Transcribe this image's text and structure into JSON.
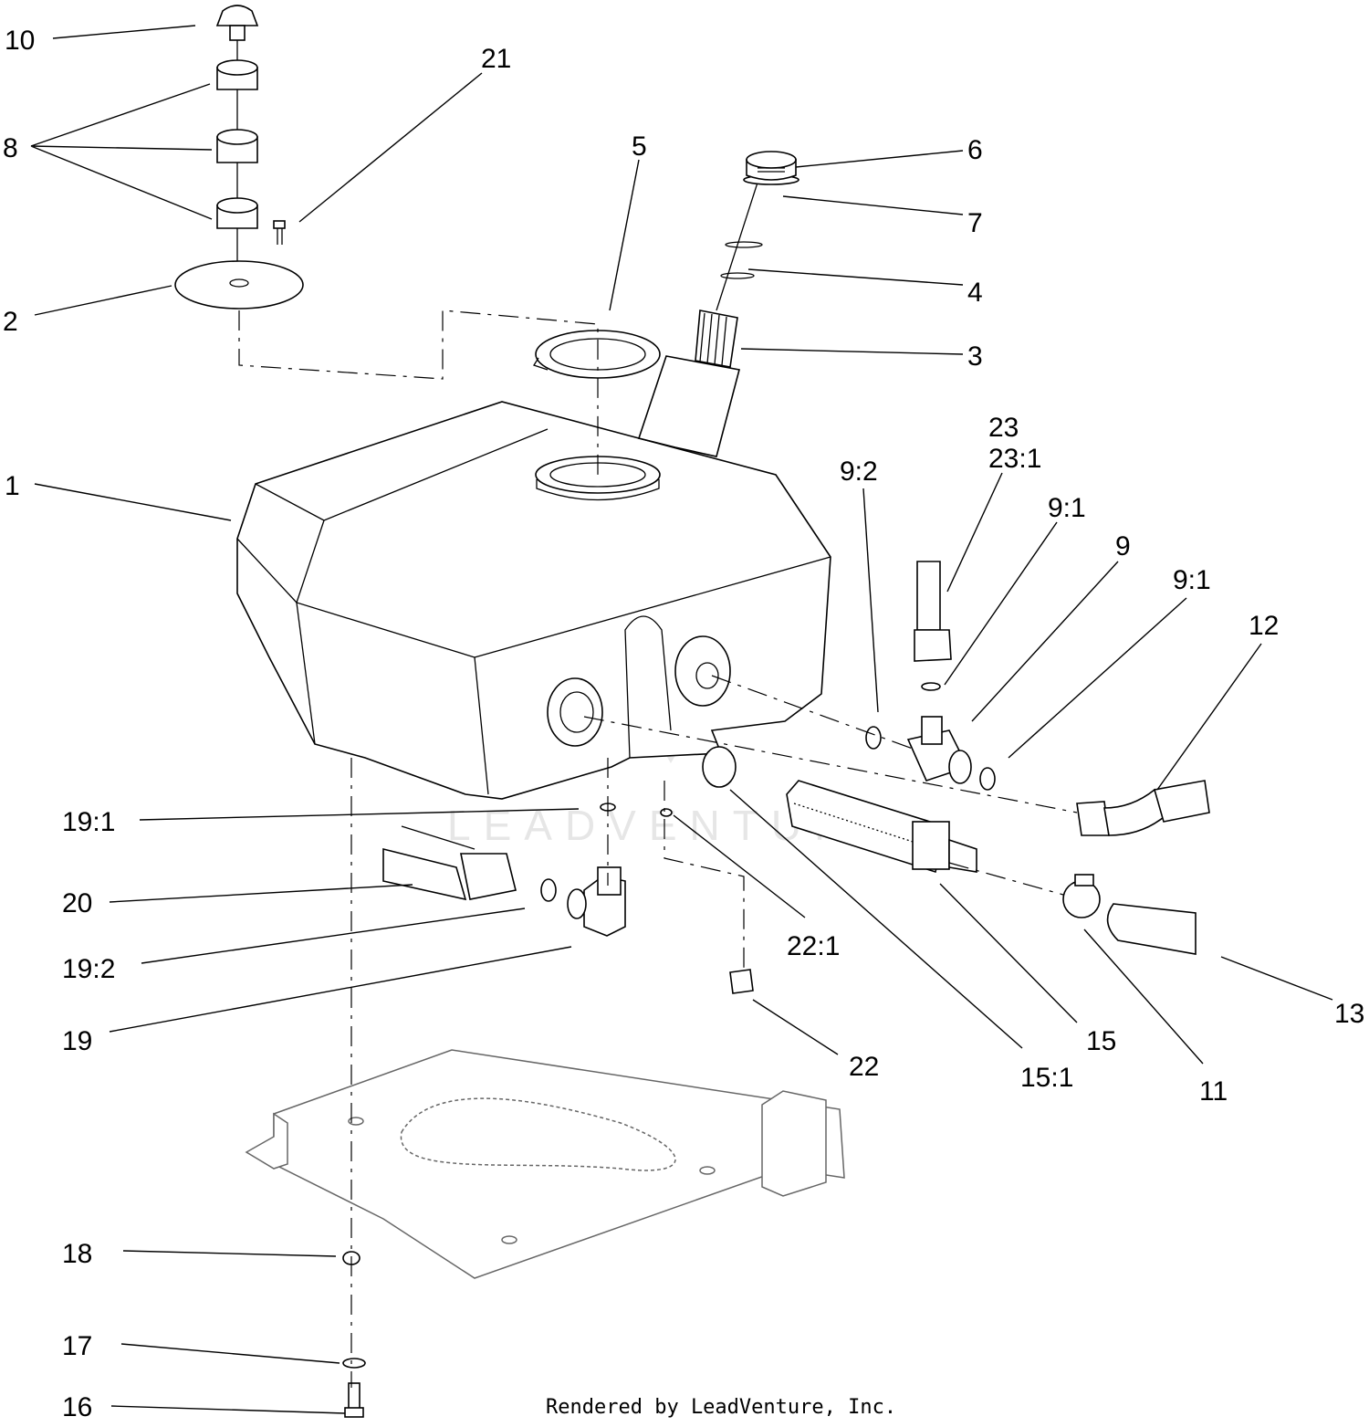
{
  "callouts": {
    "c10": "10",
    "c8": "8",
    "c21": "21",
    "c2": "2",
    "c5": "5",
    "c6": "6",
    "c7": "7",
    "c4": "4",
    "c3": "3",
    "c1": "1",
    "c23": "23",
    "c23_1": "23:1",
    "c9_2": "9:2",
    "c9_1a": "9:1",
    "c9": "9",
    "c9_1b": "9:1",
    "c12": "12",
    "c19_1": "19:1",
    "c20": "20",
    "c19_2": "19:2",
    "c19": "19",
    "c22_1": "22:1",
    "c22": "22",
    "c15": "15",
    "c15_1": "15:1",
    "c11": "11",
    "c13": "13",
    "c18": "18",
    "c17": "17",
    "c16": "16"
  },
  "watermark": "LEADVENTURE",
  "footer": "Rendered by LeadVenture, Inc."
}
